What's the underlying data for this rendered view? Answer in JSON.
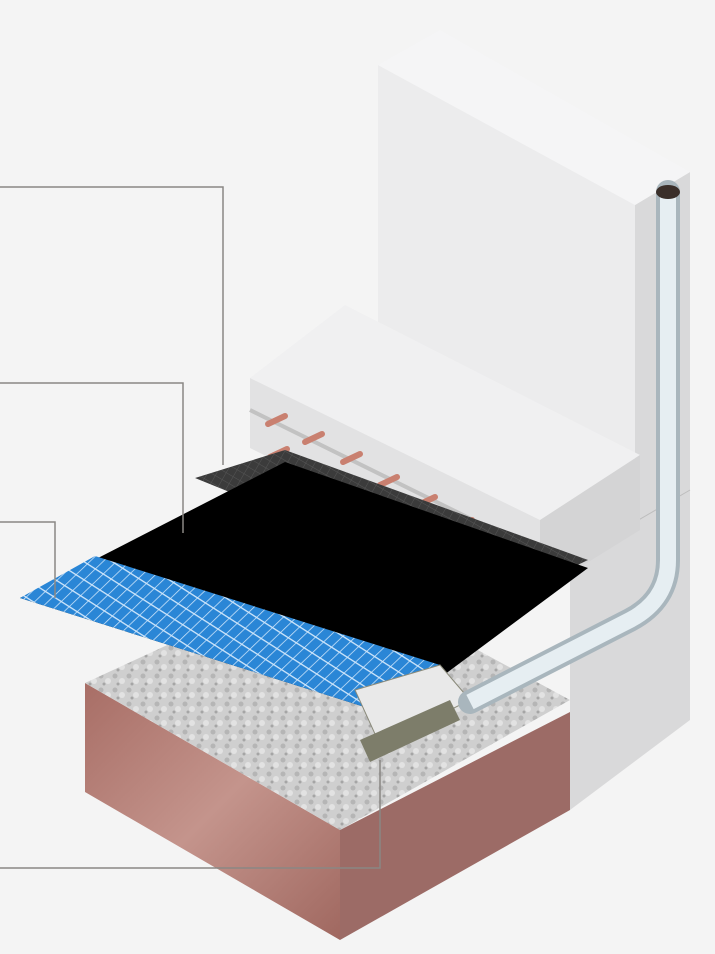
{
  "colors": {
    "background": "#f4f4f4",
    "concrete": "#e6e6e7",
    "brick": "#a8706a",
    "membrane": "#000000",
    "tile": "#2a86d6",
    "mesh": "#3a3a3a",
    "pipe": "#dfe6ea",
    "rebar": "#c98070",
    "leader_line": "#8a8784"
  },
  "components": [
    {
      "name": "mesh-layer"
    },
    {
      "name": "waterproof-membrane"
    },
    {
      "name": "tile-finish"
    },
    {
      "name": "drain-channel"
    }
  ]
}
